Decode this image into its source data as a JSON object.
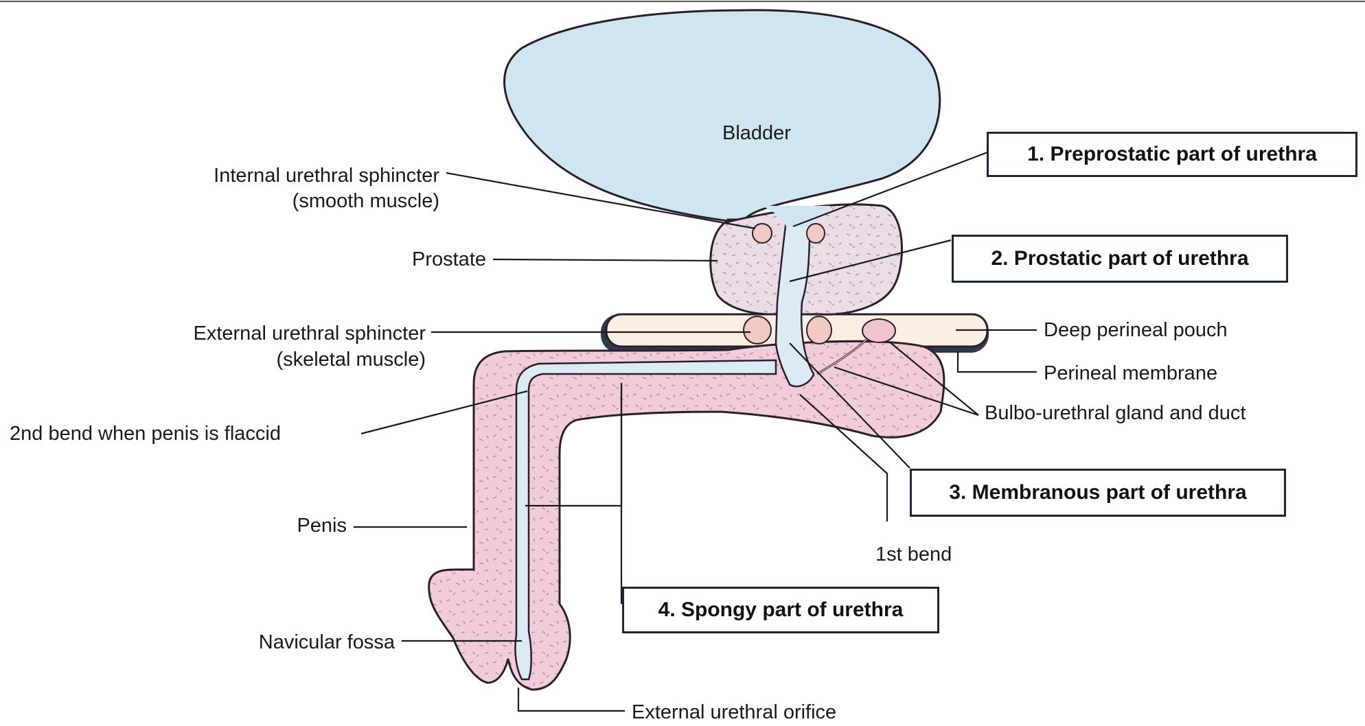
{
  "figure": {
    "organ_label": "Bladder",
    "left_labels": {
      "internal_sphincter": [
        "Internal urethral sphincter",
        "(smooth muscle)"
      ],
      "prostate": "Prostate",
      "external_sphincter": [
        "External urethral sphincter",
        "(skeletal muscle)"
      ],
      "second_bend": "2nd bend when penis is flaccid",
      "penis": "Penis",
      "navicular_fossa": "Navicular fossa",
      "external_orifice": "External urethral orifice"
    },
    "right_labels": {
      "deep_pouch": "Deep perineal pouch",
      "perineal_membrane": "Perineal membrane",
      "bulbo_urethral": "Bulbo-urethral gland and duct",
      "first_bend": "1st bend"
    },
    "boxed_labels": {
      "preprostatic": "1. Preprostatic part of urethra",
      "prostatic": "2. Prostatic part of urethra",
      "membranous": "3. Membranous part of urethra",
      "spongy": "4. Spongy part of urethra"
    },
    "colors": {
      "bladder_fill": "#cfe6f0",
      "urethra_fill": "#dcebf3",
      "tissue_fill": "#f0cdd8",
      "prostate_fill": "#ebdde6",
      "pouch_fill": "#fbefe4",
      "sphincter_fill": "#f2c9c4",
      "outline": "#2a1f2a"
    }
  }
}
